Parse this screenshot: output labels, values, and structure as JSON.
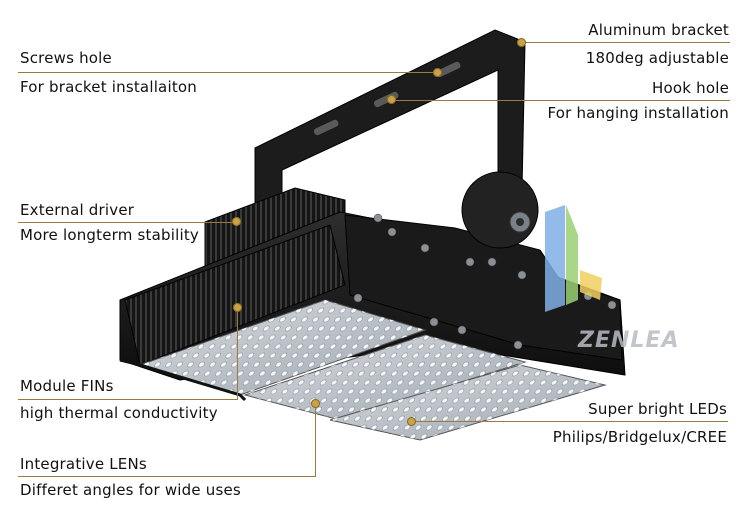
{
  "callouts": {
    "bracket": {
      "line1": "Aluminum bracket",
      "line2": "180deg adjustable"
    },
    "hook": {
      "line1": "Hook hole",
      "line2": "For hanging installation"
    },
    "screws": {
      "line1": "Screws hole",
      "line2": "For bracket installaiton"
    },
    "driver": {
      "line1": "External driver",
      "line2": "More longterm stability"
    },
    "fins": {
      "line1": "Module FINs",
      "line2": "high thermal conductivity"
    },
    "leds": {
      "line1": "Super bright LEDs",
      "line2": "Philips/Bridgelux/CREE"
    },
    "lens": {
      "line1": "Integrative LENs",
      "line2": "Differet angles for wide uses"
    }
  },
  "watermark": "ZENLEA",
  "colors": {
    "leader": "#9a7a40",
    "dot": "#c9a24a",
    "housing": "#1b1b1b"
  }
}
